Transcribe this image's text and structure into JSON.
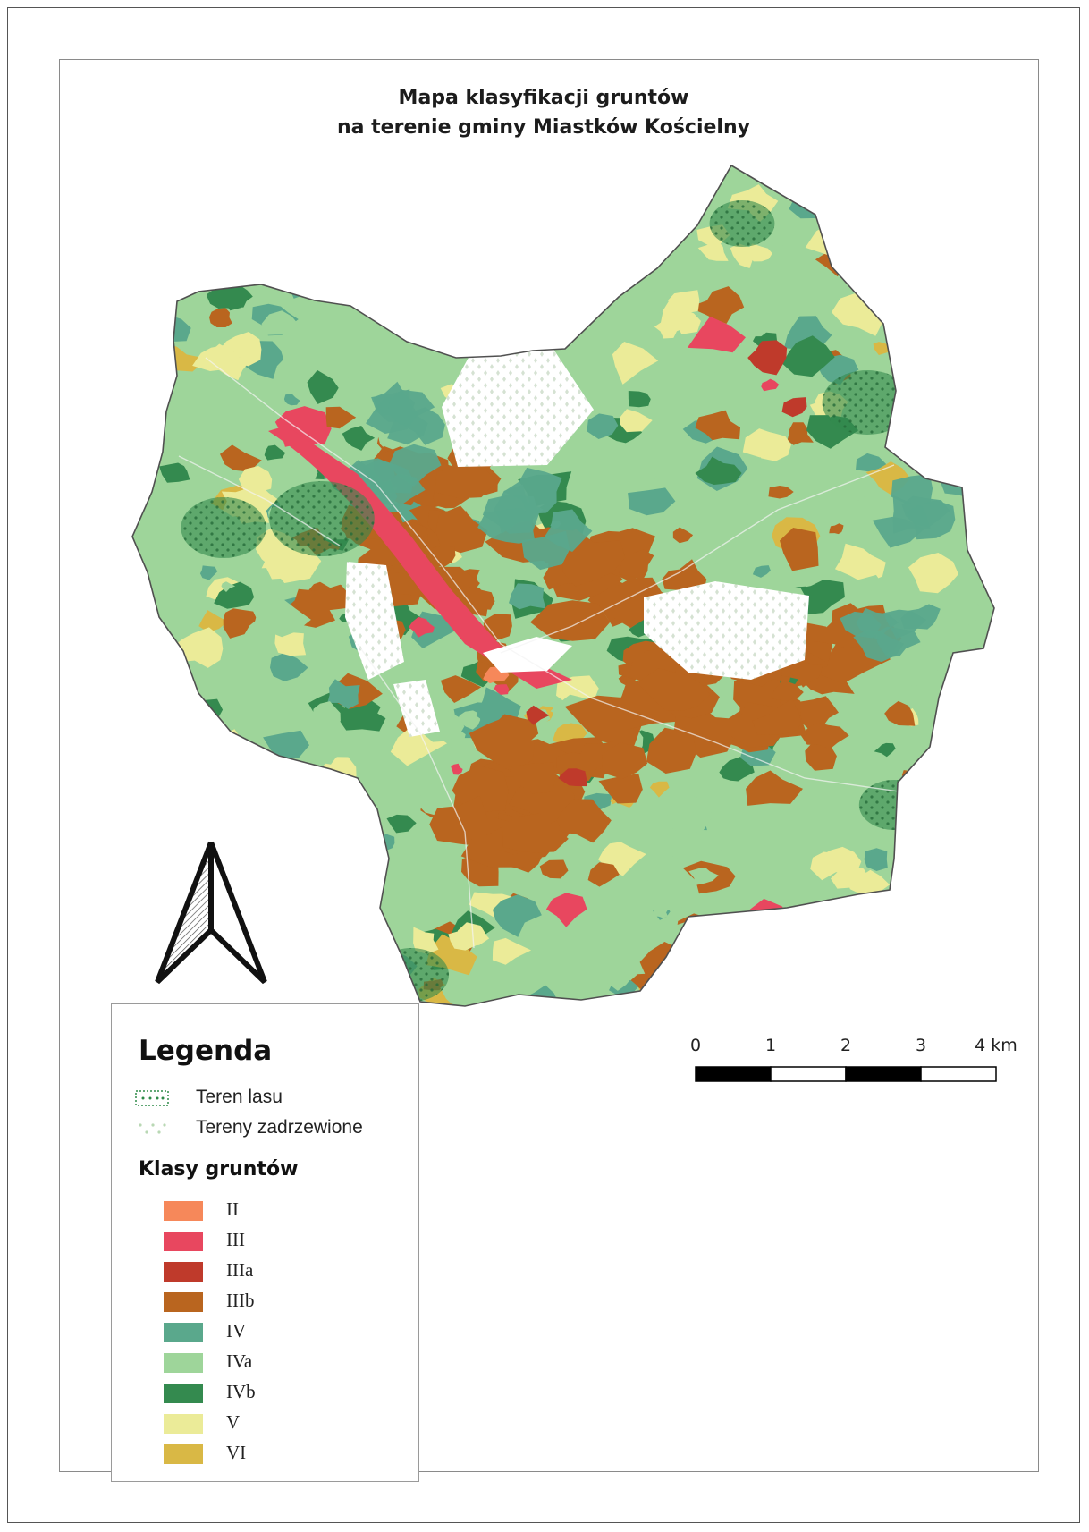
{
  "title": {
    "line1": "Mapa klasyfikacji gruntów",
    "line2": "na terenie gminy Miastków Kościelny"
  },
  "legend": {
    "title": "Legenda",
    "patterns": [
      {
        "label": "Teren lasu",
        "type": "forest",
        "color": "#2e8b48"
      },
      {
        "label": "Tereny zadrzewione",
        "type": "wooded",
        "color": "#b9d8b4"
      }
    ],
    "classes_heading": "Klasy gruntów",
    "classes": [
      {
        "label": "II",
        "color": "#f6885a"
      },
      {
        "label": "III",
        "color": "#e8475f"
      },
      {
        "label": "IIIa",
        "color": "#bf3a2b"
      },
      {
        "label": "IIIb",
        "color": "#b9651f"
      },
      {
        "label": "IV",
        "color": "#5aa88c"
      },
      {
        "label": "IVa",
        "color": "#9ed59a"
      },
      {
        "label": "IVb",
        "color": "#348a4f"
      },
      {
        "label": "V",
        "color": "#ebeb98"
      },
      {
        "label": "VI",
        "color": "#d9b845"
      }
    ]
  },
  "scale_bar": {
    "labels": [
      "0",
      "1",
      "2",
      "3",
      "4 km"
    ]
  },
  "north_arrow": {
    "icon": "north-arrow-icon"
  }
}
